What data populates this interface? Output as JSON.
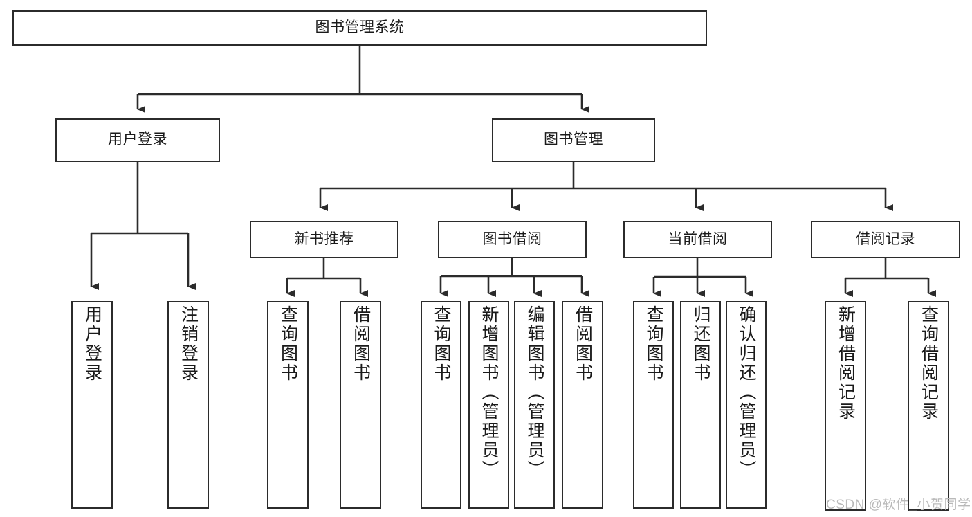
{
  "diagram": {
    "title": "图书管理系统",
    "type": "hierarchy-tree",
    "orientation": "top-down",
    "colors": {
      "stroke": "#2b2b2b",
      "fill": "#ffffff",
      "text": "#1a1a1a",
      "watermark": "#b9b9b9"
    }
  },
  "nodes": {
    "root": {
      "label": "图书管理系统"
    },
    "level2": [
      {
        "id": "user-login",
        "label": "用户登录"
      },
      {
        "id": "book-manage",
        "label": "图书管理"
      }
    ],
    "level3": [
      {
        "id": "new-book-recommend",
        "label": "新书推荐"
      },
      {
        "id": "book-borrow",
        "label": "图书借阅"
      },
      {
        "id": "current-borrow",
        "label": "当前借阅"
      },
      {
        "id": "borrow-record",
        "label": "借阅记录"
      }
    ],
    "leaves": {
      "user-login": [
        {
          "id": "leaf-user-login",
          "label": "用户登录"
        },
        {
          "id": "leaf-user-logout",
          "label": "注销登录"
        }
      ],
      "new-book-recommend": [
        {
          "id": "leaf-query-book-1",
          "label": "查询图书"
        },
        {
          "id": "leaf-borrow-book-1",
          "label": "借阅图书"
        }
      ],
      "book-borrow": [
        {
          "id": "leaf-query-book-2",
          "label": "查询图书"
        },
        {
          "id": "leaf-add-book",
          "label": "新增图书（管理员）"
        },
        {
          "id": "leaf-edit-book",
          "label": "编辑图书（管理员）"
        },
        {
          "id": "leaf-borrow-book-2",
          "label": "借阅图书"
        }
      ],
      "current-borrow": [
        {
          "id": "leaf-query-book-3",
          "label": "查询图书"
        },
        {
          "id": "leaf-return-book",
          "label": "归还图书"
        },
        {
          "id": "leaf-confirm-return",
          "label": "确认归还（管理员）"
        }
      ],
      "borrow-record": [
        {
          "id": "leaf-add-record",
          "label": "新增借阅记录"
        },
        {
          "id": "leaf-query-record",
          "label": "查询借阅记录"
        }
      ]
    }
  },
  "watermark": {
    "text": "CSDN @软件_小贺同学"
  }
}
